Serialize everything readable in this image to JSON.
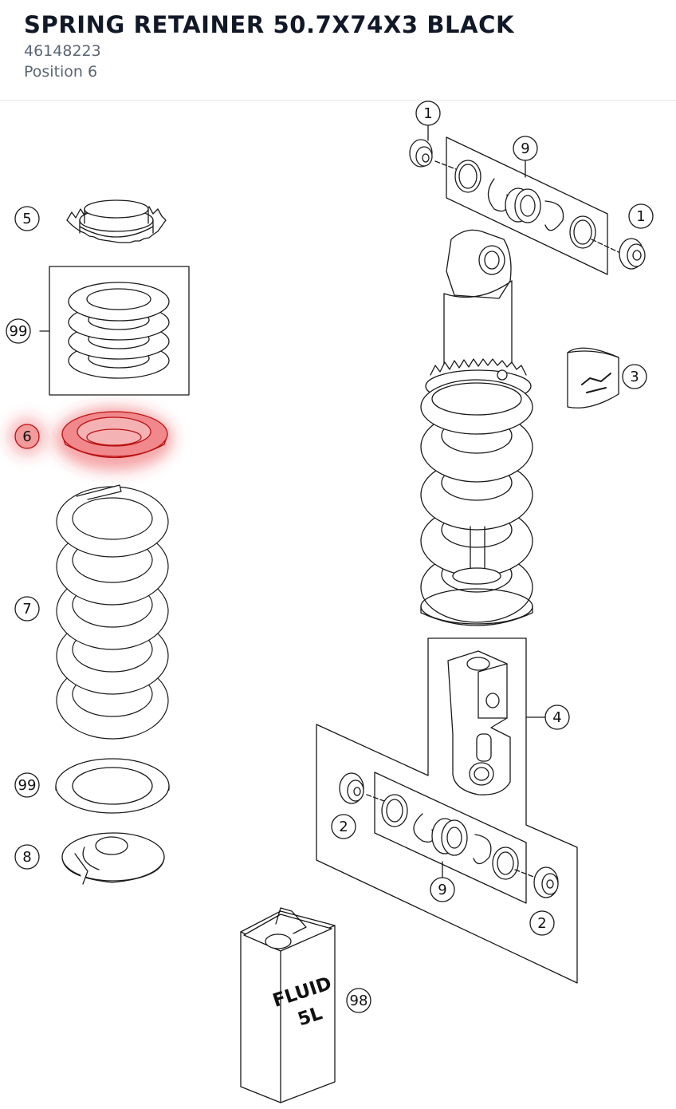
{
  "part": {
    "name": "SPRING RETAINER 50.7X74X3 BLACK",
    "number": "46148223",
    "position": "Position 6"
  },
  "highlight_color": "#e8333a",
  "callouts": [
    {
      "id": "callout-1-top",
      "label": "1"
    },
    {
      "id": "callout-9-top",
      "label": "9"
    },
    {
      "id": "callout-1-right",
      "label": "1"
    },
    {
      "id": "callout-5",
      "label": "5"
    },
    {
      "id": "callout-99-top",
      "label": "99"
    },
    {
      "id": "callout-3",
      "label": "3"
    },
    {
      "id": "callout-6",
      "label": "6"
    },
    {
      "id": "callout-7",
      "label": "7"
    },
    {
      "id": "callout-4",
      "label": "4"
    },
    {
      "id": "callout-99-bottom",
      "label": "99"
    },
    {
      "id": "callout-2-left",
      "label": "2"
    },
    {
      "id": "callout-8",
      "label": "8"
    },
    {
      "id": "callout-9-bottom",
      "label": "9"
    },
    {
      "id": "callout-2-right",
      "label": "2"
    },
    {
      "id": "callout-98",
      "label": "98"
    }
  ],
  "can_text": {
    "line1": "FLUID",
    "line2": "5L"
  }
}
